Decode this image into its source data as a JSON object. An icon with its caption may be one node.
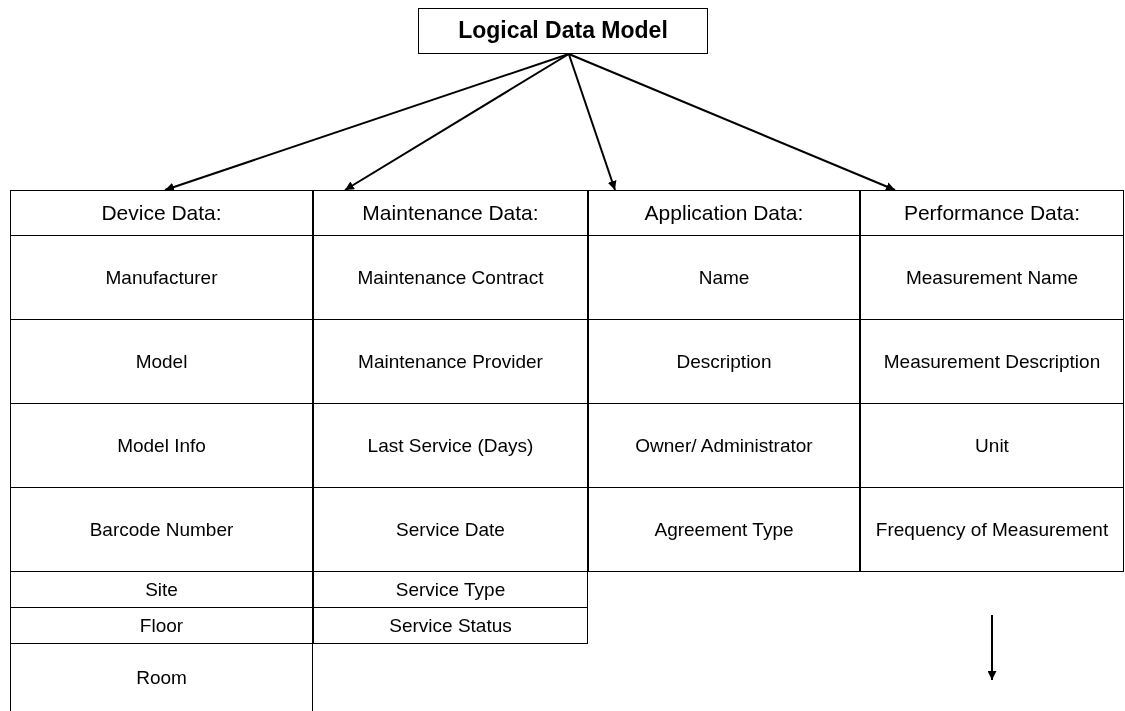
{
  "diagram": {
    "nodes": [
      {
        "text": [
          "Logical Data Model"
        ]
      },
      {
        "text": [
          "Device Data:"
        ]
      },
      {
        "text": [
          "Maintenance Data:"
        ]
      },
      {
        "text": [
          "Application Data:"
        ]
      },
      {
        "text": [
          "Performance Data:"
        ]
      }
    ],
    "edges": [
      {
        "from": 0,
        "to": 1,
        "arrow": "to"
      },
      {
        "from": 0,
        "to": 2,
        "arrow": "to"
      },
      {
        "from": 0,
        "to": 3,
        "arrow": "to"
      },
      {
        "from": 0,
        "to": 4,
        "arrow": "to"
      }
    ],
    "labels": [
      "Manufacturer",
      "Maintenance Contract",
      "Name",
      "Measurement Name",
      "Model",
      "Maintenance Provider",
      "Description",
      "Measurement Description",
      "Model Info",
      "Last Service (Days)",
      "Owner/ Administrator",
      "Unit",
      "Barcode Number",
      "Service Date",
      "Agreement Type",
      "Frequency of Measurement",
      "Site",
      "Service Type",
      "Floor",
      "Service Status",
      "Room"
    ]
  }
}
